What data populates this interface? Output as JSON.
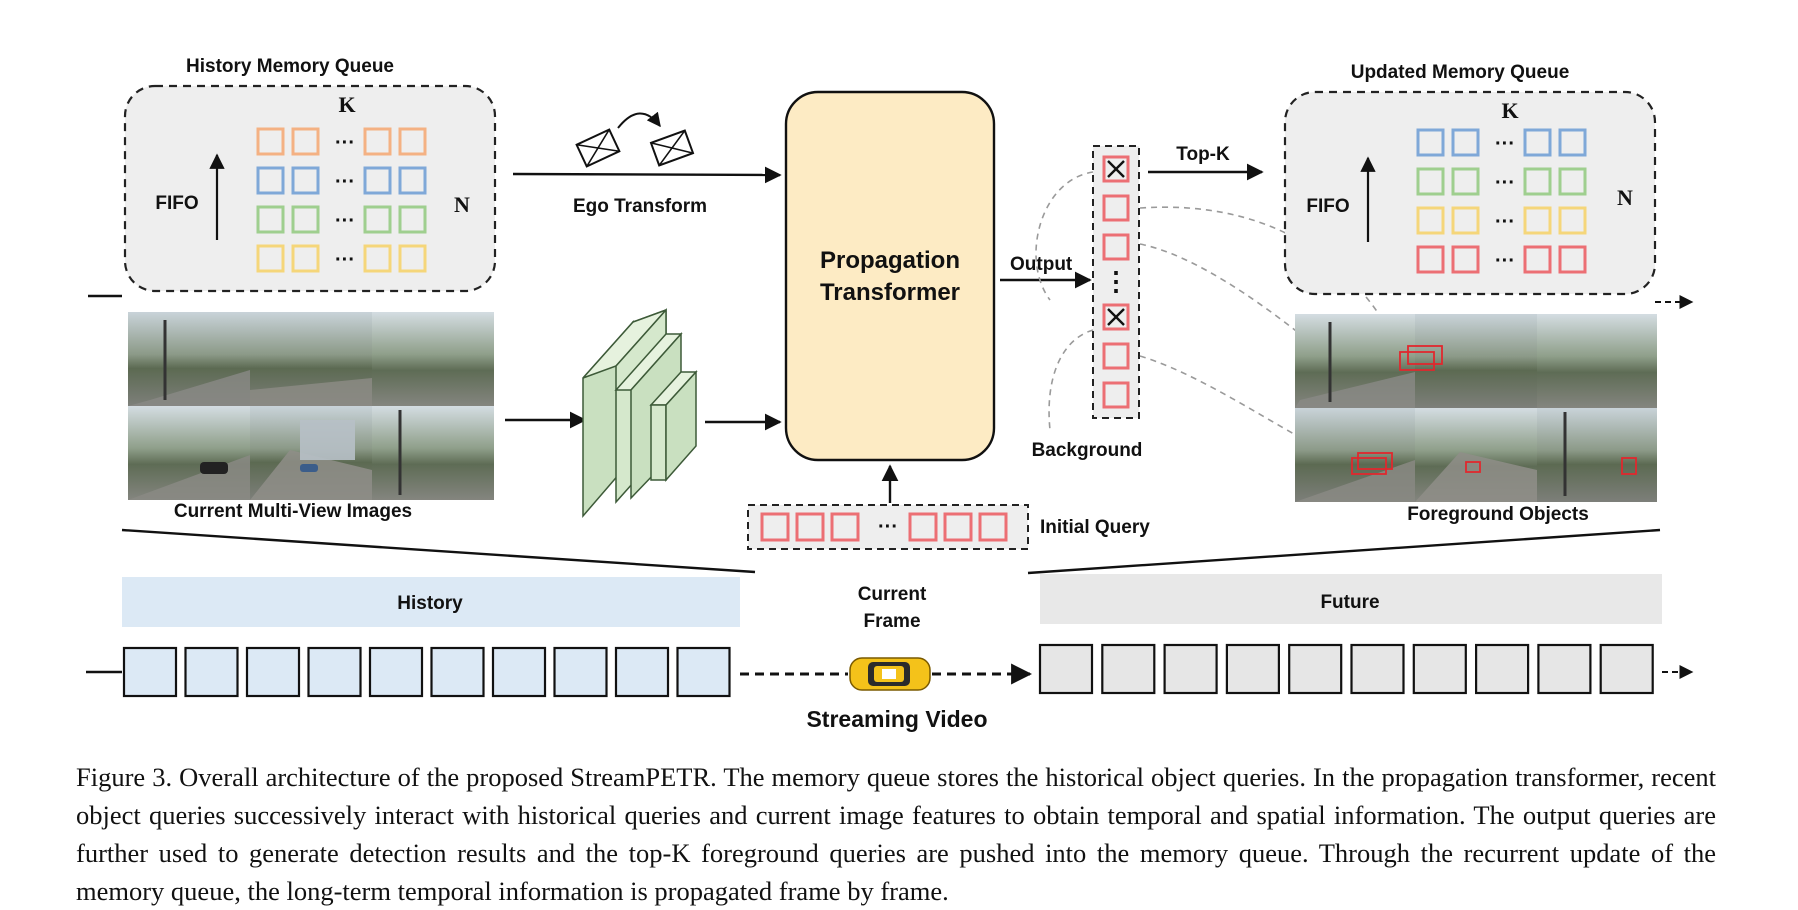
{
  "labels": {
    "history_memory_queue": "History Memory Queue",
    "updated_memory_queue": "Updated Memory Queue",
    "k_left": "K",
    "k_right": "K",
    "n_left": "N",
    "n_right": "N",
    "fifo_left": "FIFO",
    "fifo_right": "FIFO",
    "ego_transform": "Ego Transform",
    "propagation_line1": "Propagation",
    "propagation_line2": "Transformer",
    "output": "Output",
    "top_k": "Top-K",
    "background": "Background",
    "initial_query": "Initial Query",
    "current_multiview": "Current Multi-View Images",
    "foreground_objects": "Foreground Objects",
    "history": "History",
    "future": "Future",
    "current_line1": "Current",
    "current_line2": "Frame",
    "streaming_video": "Streaming Video",
    "dots": "···",
    "vdots": "⋮"
  },
  "colors": {
    "orange": "#f4b183",
    "blue": "#7fa8d8",
    "green": "#9fcf8f",
    "yellow": "#f5d67a",
    "red": "#ec6f74",
    "transformer_fill": "#fdebc4",
    "history_bar": "#dce9f5",
    "future_bar": "#e8e8e8",
    "panel_fill": "#eeeeee"
  },
  "caption": "Figure 3. Overall architecture of the proposed StreamPETR. The memory queue stores the historical object queries. In the propagation transformer, recent object queries successively interact with historical queries and current image features to obtain temporal and spatial information. The output queries are further used to generate detection results and the top-K foreground queries are pushed into the memory queue. Through the recurrent update of the memory queue, the long-term temporal information is propagated frame by frame."
}
